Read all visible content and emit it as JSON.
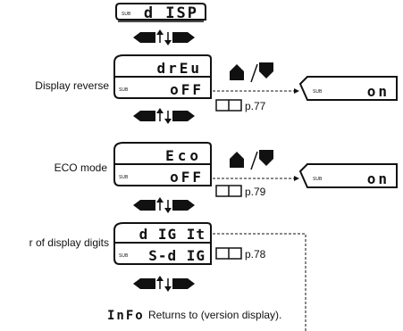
{
  "sub_tag": "SUB",
  "screens": {
    "disp": {
      "main": "d ISP"
    },
    "reverse": {
      "main": "drEu",
      "sub": "oFF",
      "label": "Display reverse",
      "result": "on",
      "page_ref": "p.77"
    },
    "eco": {
      "main": "Eco",
      "sub": "oFF",
      "label": "ECO mode",
      "result": "on",
      "page_ref": "p.79"
    },
    "digits": {
      "main": "d IG It",
      "sub": "S-d IG",
      "label": "r of display digits",
      "page_ref": "p.78"
    }
  },
  "footer": {
    "code": "InFo",
    "text": "Returns to (version display)."
  },
  "icons": {
    "nav_left": "left-arrow-key-icon",
    "nav_right": "right-arrow-key-icon",
    "up": "up-arrow-icon",
    "down": "down-arrow-icon",
    "key_up": "up-key-icon",
    "key_down": "down-key-icon",
    "manual": "open-book-icon"
  }
}
